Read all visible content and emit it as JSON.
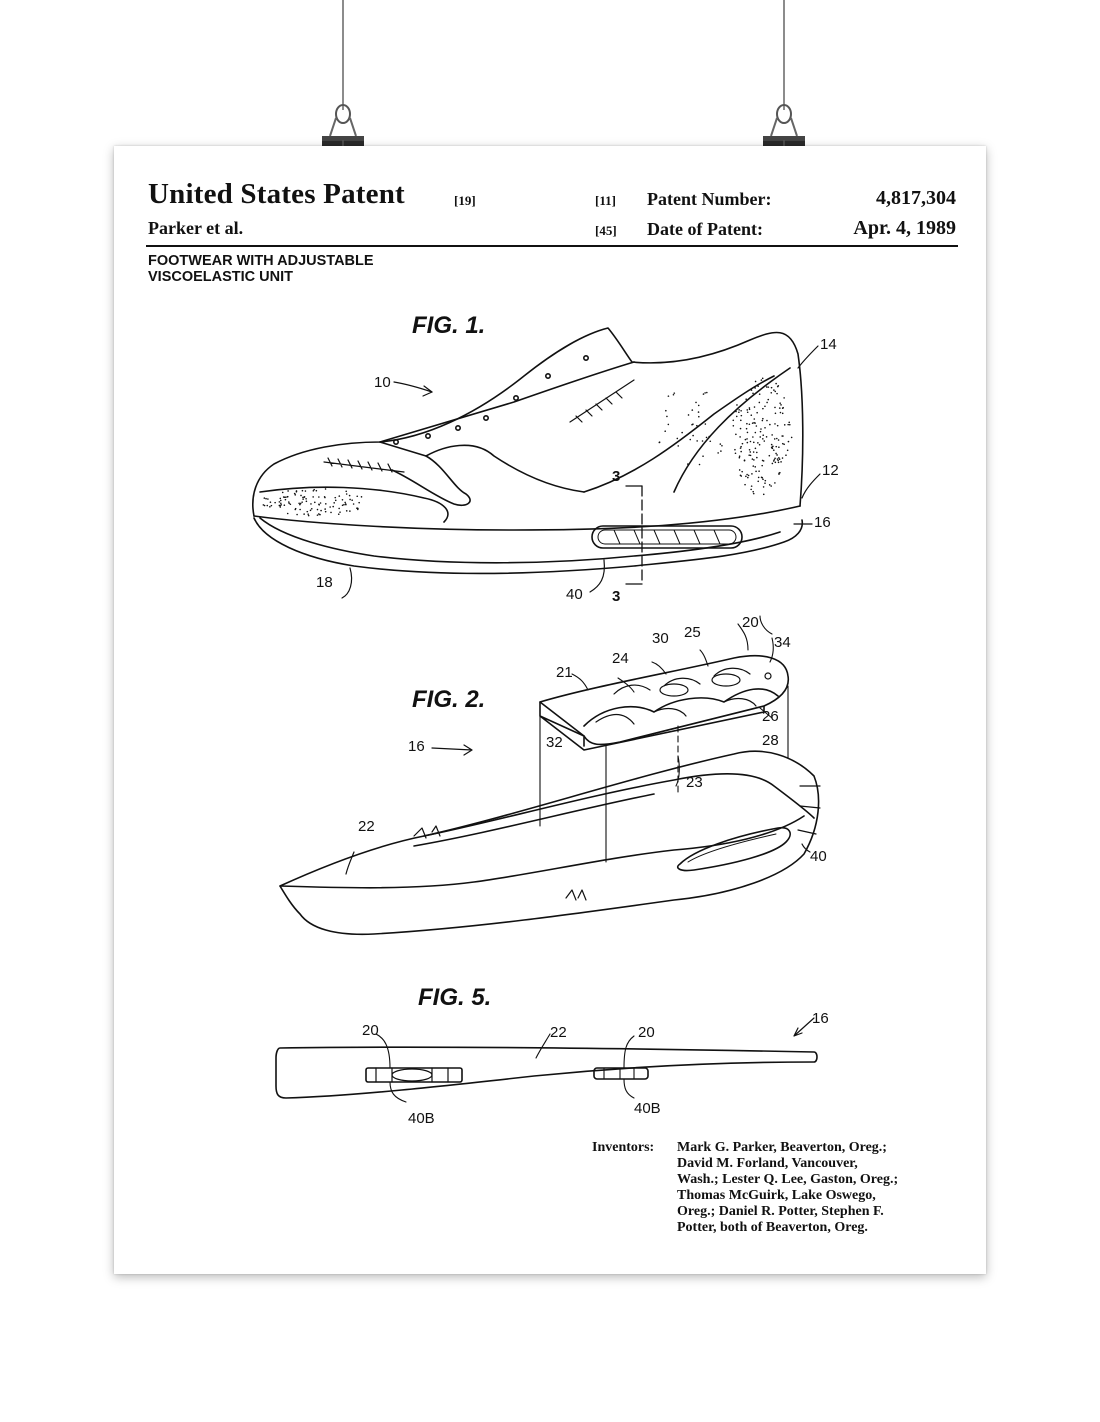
{
  "patent": {
    "office_title": "United States Patent",
    "office_code": "[19]",
    "assignee_line": "Parker et al.",
    "number_code": "[11]",
    "number_label": "Patent Number:",
    "number_value": "4,817,304",
    "date_code": "[45]",
    "date_label": "Date of Patent:",
    "date_value": "Apr. 4, 1989",
    "title_lines": [
      "FOOTWEAR WITH ADJUSTABLE",
      "VISCOELASTIC UNIT"
    ]
  },
  "figures": {
    "fig1": {
      "caption": "FIG. 1.",
      "refs": {
        "r10": "10",
        "r14": "14",
        "r12": "12",
        "r16": "16",
        "r18": "18",
        "r40": "40",
        "r3a": "3",
        "r3b": "3"
      }
    },
    "fig2": {
      "caption": "FIG. 2.",
      "refs": {
        "r16": "16",
        "r20": "20",
        "r30": "30",
        "r25": "25",
        "r34": "34",
        "r24": "24",
        "r21": "21",
        "r26": "26",
        "r28": "28",
        "r32": "32",
        "r23": "23",
        "r22": "22",
        "r40": "40"
      }
    },
    "fig5": {
      "caption": "FIG. 5.",
      "refs": {
        "r20a": "20",
        "r22": "22",
        "r20b": "20",
        "r16": "16",
        "r40b1": "40B",
        "r40b2": "40B"
      }
    }
  },
  "inventors": {
    "label": "Inventors:",
    "lines": [
      "Mark G. Parker, Beaverton, Oreg.;",
      "David M. Forland, Vancouver,",
      "Wash.; Lester Q. Lee, Gaston, Oreg.;",
      "Thomas McGuirk, Lake Oswego,",
      "Oreg.; Daniel R. Potter, Stephen F.",
      "Potter, both of Beaverton, Oreg."
    ]
  },
  "colors": {
    "ink": "#111111",
    "paper": "#ffffff",
    "wire": "#8c8c8c",
    "clip": "#2a2a2a"
  }
}
